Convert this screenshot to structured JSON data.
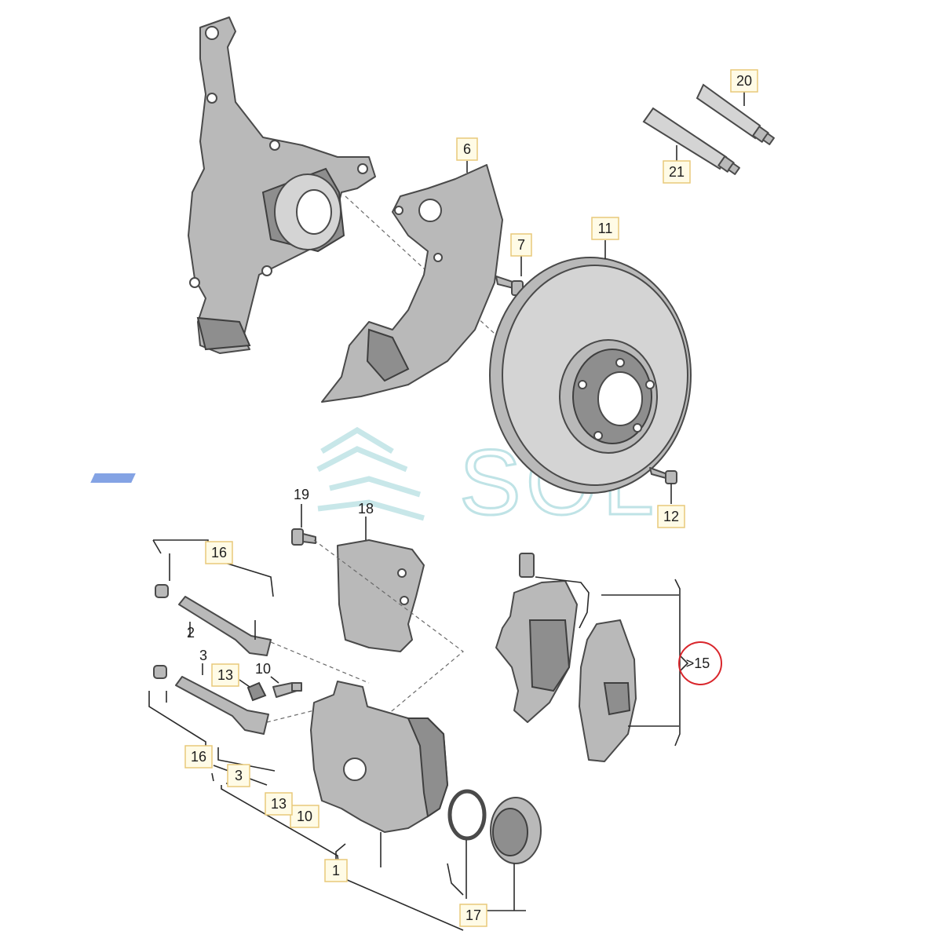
{
  "diagram": {
    "callouts": {
      "c1": "1",
      "c2": "2",
      "c3a": "3",
      "c3b": "3",
      "c6": "6",
      "c7": "7",
      "c10a": "10",
      "c10b": "10",
      "c11": "11",
      "c12": "12",
      "c13a": "13",
      "c13b": "13",
      "c15": ">15",
      "c16a": "16",
      "c16b": "16",
      "c17": "17",
      "c18": "18",
      "c19": "19",
      "c20": "20",
      "c21": "21"
    },
    "highlight": {
      "callout": ">15",
      "color": "#d9262c"
    }
  },
  "watermark": {
    "text": "SOL",
    "colors": {
      "primary": "#bfe3e6",
      "accent": "#3f6fd6"
    }
  },
  "colors": {
    "part_fill": "#b9b9b9",
    "line": "#2b2b2b",
    "tag_fill": "#fffbe6",
    "tag_border": "#e8c97a"
  }
}
